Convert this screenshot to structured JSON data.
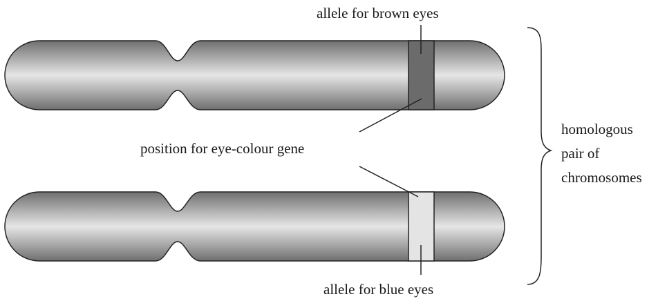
{
  "labels": {
    "allele_brown": "allele for brown eyes",
    "gene_position": "position for eye-colour gene",
    "allele_blue": "allele for blue eyes",
    "homologous_line1": "homologous",
    "homologous_line2": "pair of",
    "homologous_line3": "chromosomes"
  },
  "colors": {
    "chromosome_dark": "#6f6f6f",
    "chromosome_light": "#e6e6e6",
    "band_brown_allele": "#6b6b6b",
    "band_blue_allele": "#e4e4e4",
    "outline": "#222222"
  }
}
